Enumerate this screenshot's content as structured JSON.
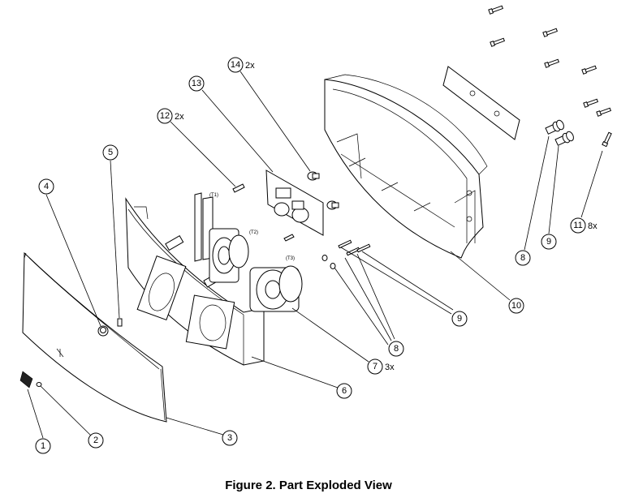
{
  "caption": "Figure 2. Part Exploded View",
  "callouts": [
    {
      "id": "1",
      "qty": ""
    },
    {
      "id": "2",
      "qty": ""
    },
    {
      "id": "3",
      "qty": ""
    },
    {
      "id": "4",
      "qty": ""
    },
    {
      "id": "5",
      "qty": ""
    },
    {
      "id": "6",
      "qty": ""
    },
    {
      "id": "7",
      "qty": "3x"
    },
    {
      "id": "8",
      "qty": ""
    },
    {
      "id": "9",
      "qty": ""
    },
    {
      "id": "10",
      "qty": ""
    },
    {
      "id": "11",
      "qty": "8x"
    },
    {
      "id": "12",
      "qty": "2x"
    },
    {
      "id": "13",
      "qty": ""
    },
    {
      "id": "14",
      "qty": "2x"
    }
  ],
  "driver_labels": [
    "(T1)",
    "(T2)",
    "(T3)"
  ]
}
